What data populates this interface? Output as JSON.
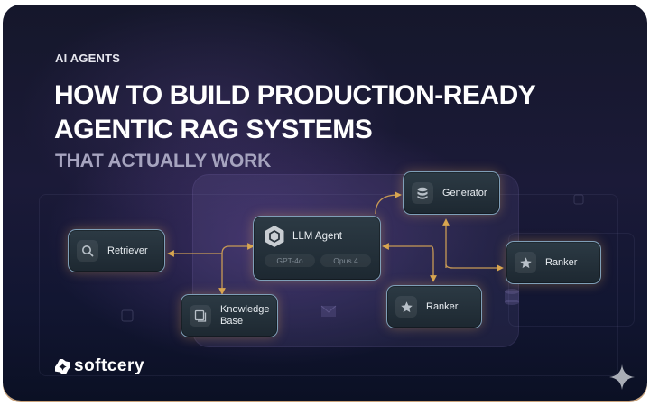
{
  "header": {
    "eyebrow": "AI AGENTS",
    "title_line1": "HOW TO BUILD PRODUCTION-READY",
    "title_line2": "AGENTIC RAG SYSTEMS",
    "subtitle": "THAT ACTUALLY WORK"
  },
  "diagram": {
    "nodes": {
      "retriever": {
        "label": "Retriever",
        "icon": "search-icon"
      },
      "knowledge_base": {
        "label_line1": "Knowledge",
        "label_line2": "Base",
        "icon": "book-icon"
      },
      "llm_agent": {
        "label": "LLM Agent",
        "icon": "hexagon-icon",
        "models": [
          "GPT-4o",
          "Opus 4"
        ]
      },
      "generator": {
        "label": "Generator",
        "icon": "database-icon"
      },
      "ranker_bottom": {
        "label": "Ranker",
        "icon": "star-icon"
      },
      "ranker_right": {
        "label": "Ranker",
        "icon": "star-icon"
      }
    },
    "connector_color": "#d8a650"
  },
  "brand": {
    "name": "softcery",
    "logo_icon": "softcery-logo-icon",
    "sparkle_icon": "sparkle-icon"
  },
  "colors": {
    "background": "#15172b",
    "accent": "#d8a650",
    "node_border": "#7f9fb8"
  }
}
